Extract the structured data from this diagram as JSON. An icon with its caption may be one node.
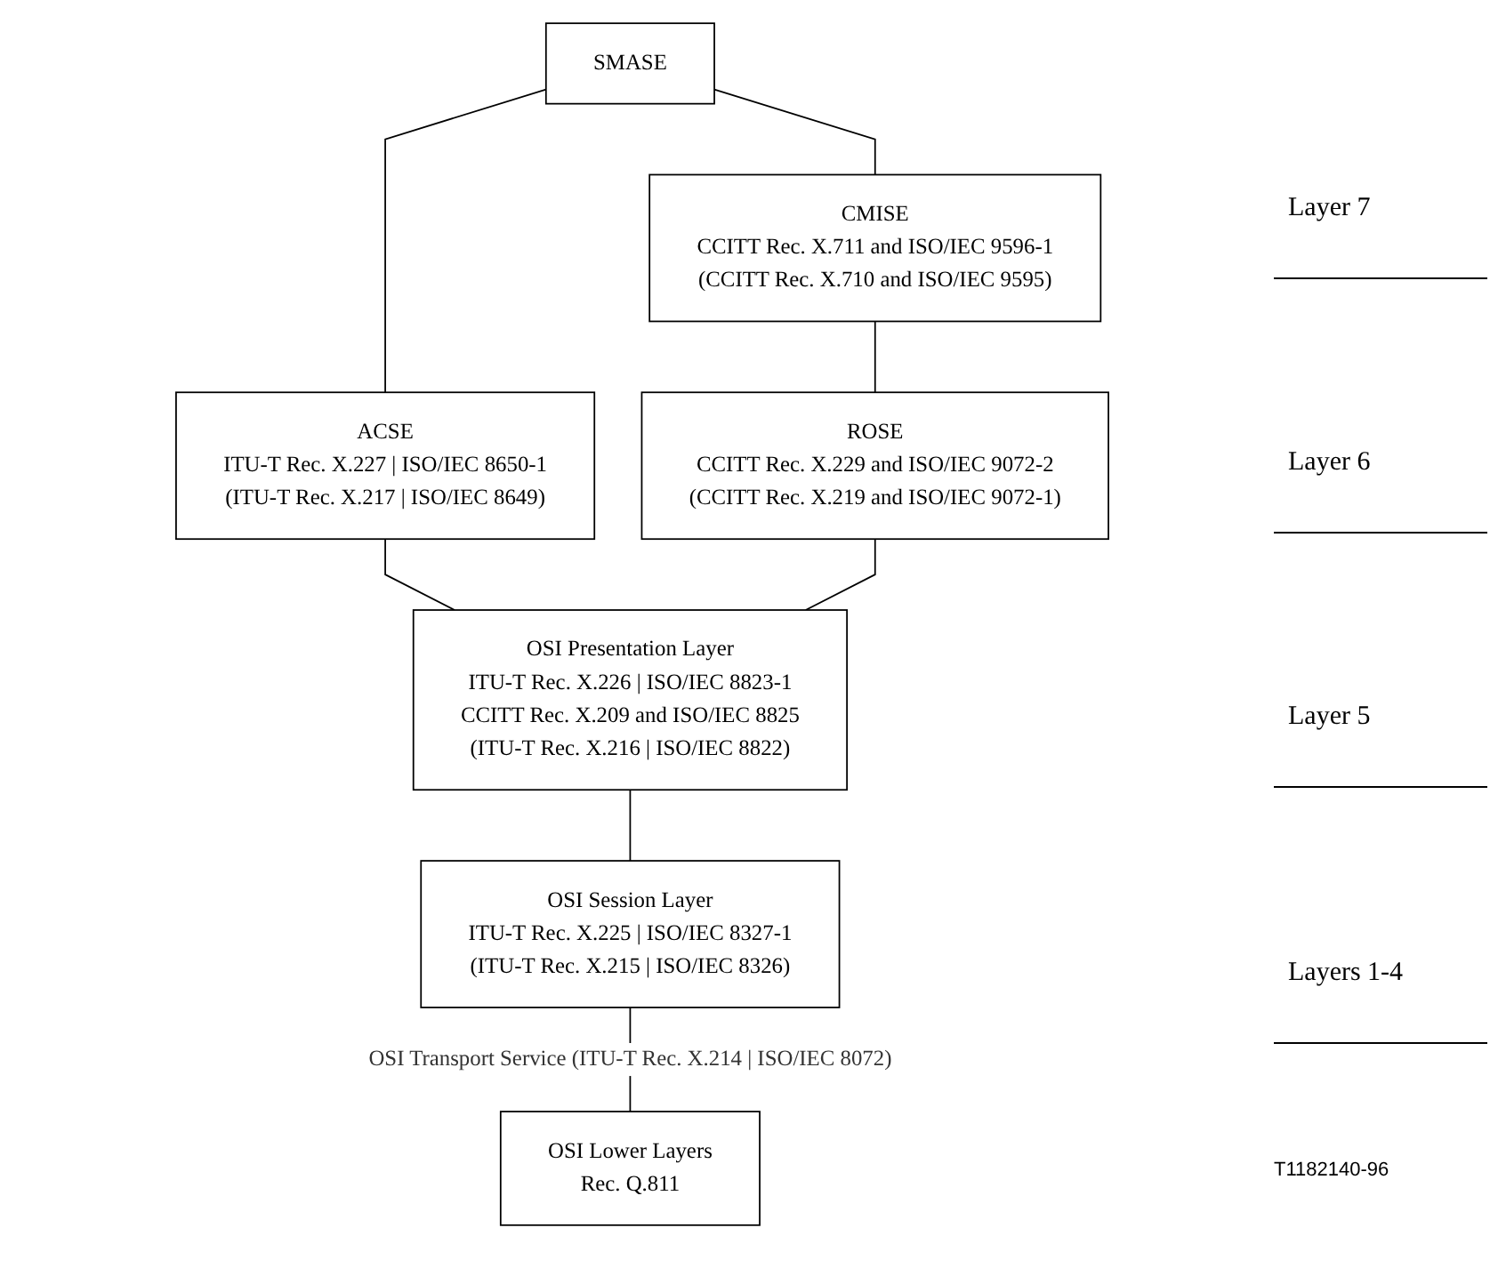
{
  "diagram": {
    "nodes": [
      {
        "text": [
          "SMASE"
        ]
      },
      {
        "text": [
          "CMISE",
          "CCITT Rec. X.711 and ISO/IEC 9596-1",
          "(CCITT Rec. X.710 and ISO/IEC 9595)"
        ]
      },
      {
        "text": [
          "ACSE",
          "ITU-T Rec. X.227 | ISO/IEC 8650-1",
          "(ITU-T Rec. X.217 | ISO/IEC 8649)"
        ]
      },
      {
        "text": [
          "ROSE",
          "CCITT Rec. X.229 and ISO/IEC 9072-2",
          "(CCITT Rec. X.219 and ISO/IEC 9072-1)"
        ]
      },
      {
        "text": [
          "OSI Presentation Layer",
          "ITU-T Rec. X.226 | ISO/IEC 8823-1",
          "CCITT Rec. X.209 and ISO/IEC 8825",
          "(ITU-T Rec. X.216 | ISO/IEC 8822)"
        ]
      },
      {
        "text": [
          "OSI Session Layer",
          "ITU-T Rec. X.225 | ISO/IEC 8327-1",
          "(ITU-T Rec. X.215 | ISO/IEC 8326)"
        ]
      },
      {
        "text": [
          "OSI Lower Layers",
          "Rec. Q.811"
        ]
      }
    ],
    "edges": [
      {
        "from": 0,
        "to": 2,
        "arrow": "none"
      },
      {
        "from": 0,
        "to": 1,
        "arrow": "none"
      },
      {
        "from": 1,
        "to": 3,
        "arrow": "none"
      },
      {
        "from": 2,
        "to": 4,
        "arrow": "none"
      },
      {
        "from": 3,
        "to": 4,
        "arrow": "none"
      },
      {
        "from": 4,
        "to": 5,
        "arrow": "none"
      },
      {
        "from": 5,
        "to": 6,
        "label": "OSI Transport Service (ITU-T Rec. X.214 | ISO/IEC 8072)",
        "arrow": "none"
      }
    ],
    "labels": [
      "Layer 7",
      "Layer 6",
      "Layer 5",
      "Layers 1-4",
      "T1182140-96"
    ]
  }
}
